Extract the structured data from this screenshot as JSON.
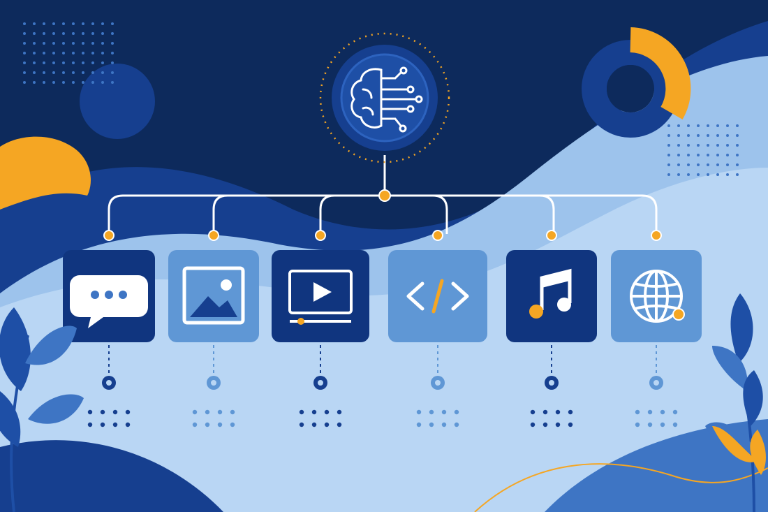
{
  "scene": {
    "hub": {
      "icon": "brain-circuit-icon"
    },
    "branches": [
      {
        "id": "chat",
        "icon": "chat-bubble-icon",
        "tile_color": "#10357f",
        "tile_shade": "dark"
      },
      {
        "id": "image",
        "icon": "image-icon",
        "tile_color": "#5f97d5",
        "tile_shade": "light"
      },
      {
        "id": "video",
        "icon": "video-play-icon",
        "tile_color": "#10357f",
        "tile_shade": "dark"
      },
      {
        "id": "code",
        "icon": "code-icon",
        "tile_color": "#5f97d5",
        "tile_shade": "light"
      },
      {
        "id": "music",
        "icon": "music-note-icon",
        "tile_color": "#10357f",
        "tile_shade": "dark"
      },
      {
        "id": "web",
        "icon": "globe-icon",
        "tile_color": "#5f97d5",
        "tile_shade": "light"
      }
    ],
    "decorations": [
      "donut-chart-icon",
      "leaf-icon",
      "dot-grid",
      "sun-circle"
    ]
  },
  "colors": {
    "navy": "#0d2a5c",
    "deep_blue": "#163f8f",
    "mid_blue": "#3e75c4",
    "light_blue": "#b9d6f4",
    "accent": "#f5a623",
    "white": "#ffffff"
  }
}
